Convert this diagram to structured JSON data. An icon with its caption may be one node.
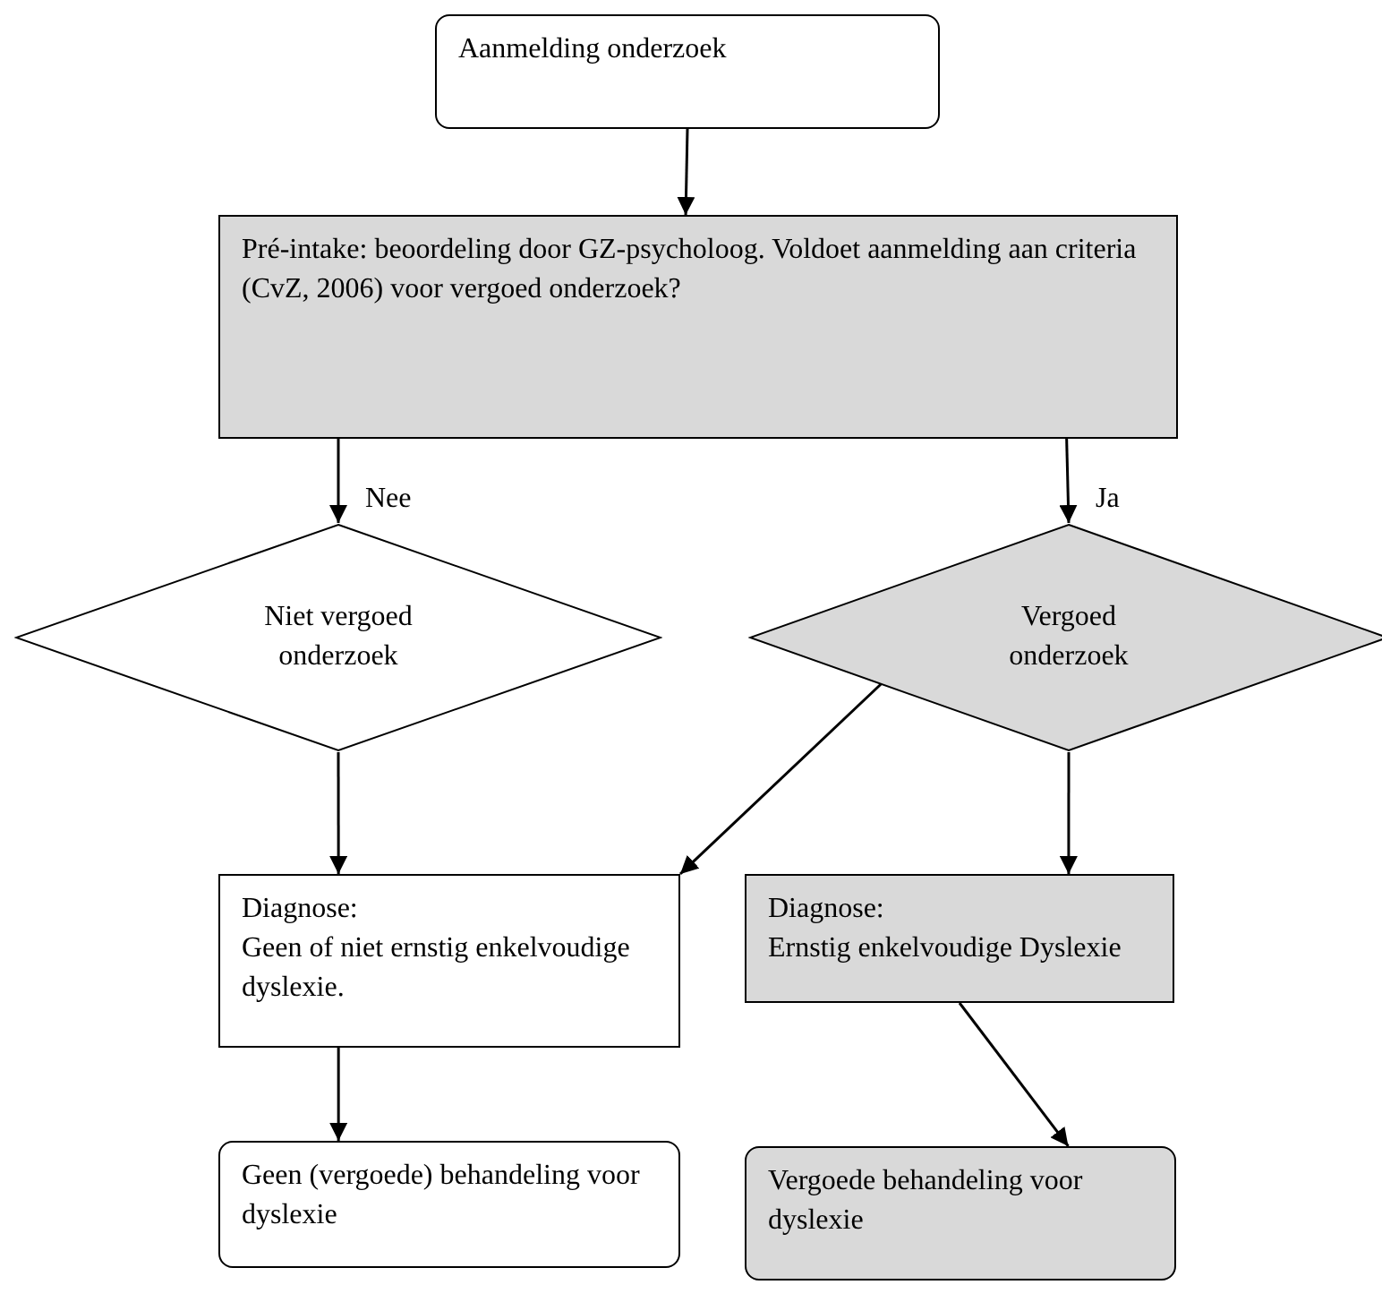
{
  "diagram": {
    "nodes": [
      {
        "text": [
          "Aanmelding onderzoek"
        ]
      },
      {
        "text": [
          "Pré-intake: beoordeling door GZ-psycholoog. Voldoet aanmelding aan criteria (CvZ, 2006) voor vergoed onderzoek?"
        ]
      },
      {
        "text": [
          "Niet vergoed onderzoek"
        ]
      },
      {
        "text": [
          "Vergoed onderzoek"
        ]
      },
      {
        "text": [
          "Diagnose:",
          "Geen of niet ernstig enkelvoudige dyslexie."
        ]
      },
      {
        "text": [
          "Diagnose:",
          "Ernstig enkelvoudige Dyslexie"
        ]
      },
      {
        "text": [
          "Geen (vergoede) behandeling voor dyslexie"
        ]
      },
      {
        "text": [
          "Vergoede behandeling voor dyslexie"
        ]
      }
    ],
    "edges": [
      {
        "from": 0,
        "to": 1,
        "arrow": "to"
      },
      {
        "from": 1,
        "to": 2,
        "arrow": "to",
        "label": "Nee"
      },
      {
        "from": 1,
        "to": 3,
        "arrow": "to",
        "label": "Ja"
      },
      {
        "from": 2,
        "to": 4,
        "arrow": "to"
      },
      {
        "from": 3,
        "to": 4,
        "arrow": "to"
      },
      {
        "from": 3,
        "to": 5,
        "arrow": "to"
      },
      {
        "from": 4,
        "to": 6,
        "arrow": "to"
      },
      {
        "from": 5,
        "to": 7,
        "arrow": "to"
      }
    ]
  }
}
